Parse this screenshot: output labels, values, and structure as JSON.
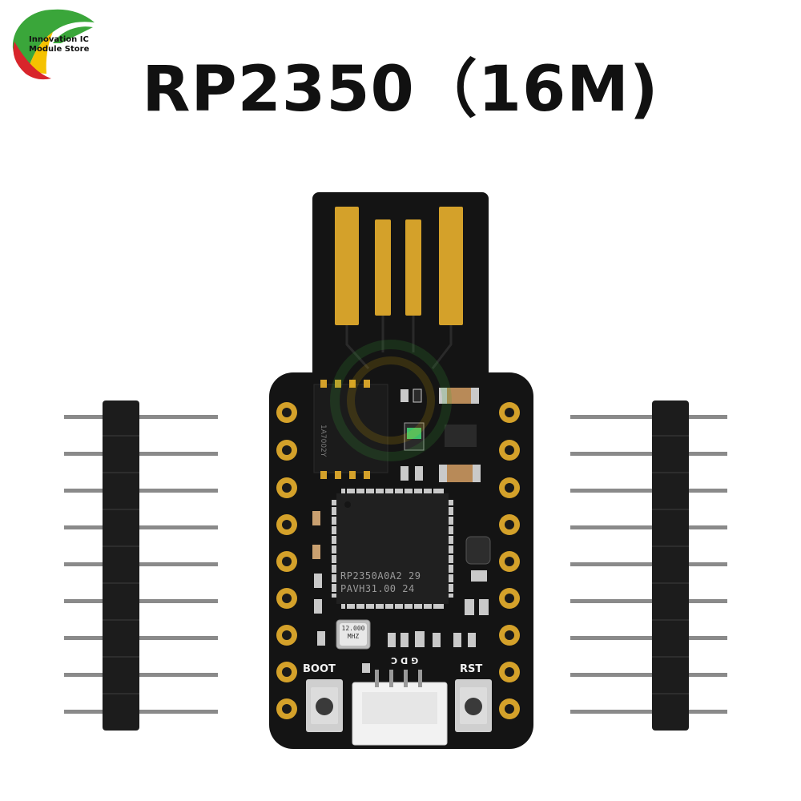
{
  "logo": {
    "line1": "Innovation IC",
    "line2": "Module Store",
    "colors": {
      "green": "#3aa63a",
      "yellow": "#f5c200",
      "orange": "#f07a10",
      "red": "#d8252b"
    }
  },
  "title": "RP2350（16M)",
  "board": {
    "chip_line1": "RP2350A0A2  29",
    "chip_line2": "PAVH31.00   24",
    "crystal_line1": "12.000",
    "crystal_line2": "MHZ",
    "boot_label": "BOOT",
    "rst_label": "RST",
    "connector_label": "GDC",
    "ic_marking": "1A7002Y",
    "pin_count_per_side": 9,
    "colors": {
      "pcb": "#141414",
      "gold": "#d4a12a",
      "header": "#1c1c1c",
      "pin": "#8a8a8a"
    }
  }
}
